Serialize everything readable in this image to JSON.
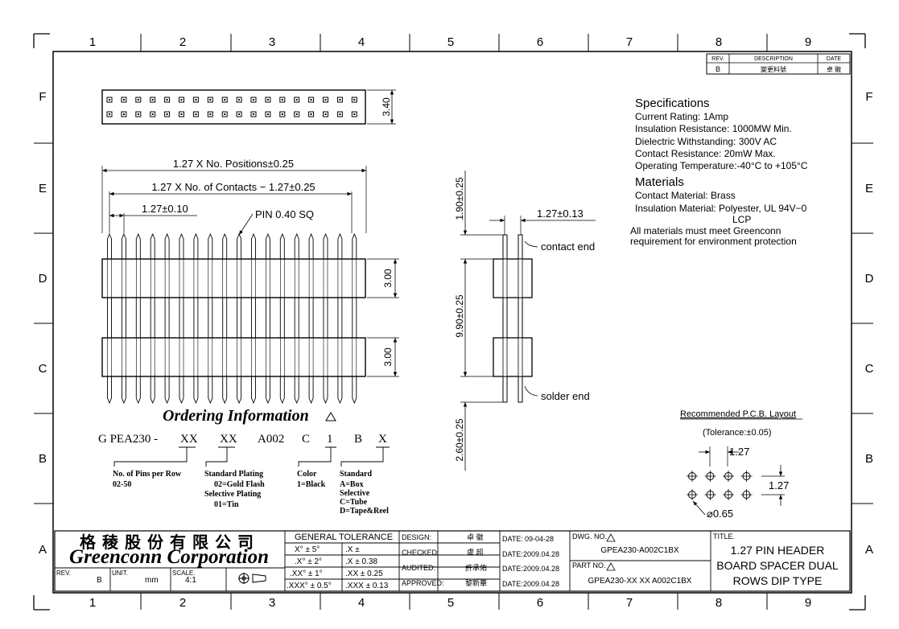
{
  "frame": {
    "col_numbers": [
      "1",
      "2",
      "3",
      "4",
      "5",
      "6",
      "7",
      "8",
      "9"
    ],
    "row_letters": [
      "F",
      "E",
      "D",
      "C",
      "B",
      "A"
    ]
  },
  "revision": {
    "headers": [
      "REV.",
      "DESCRIPTION",
      "DATE"
    ],
    "row": [
      "B",
      "變更料號",
      "卓 徽"
    ]
  },
  "top_view": {
    "height_dim": "3.40"
  },
  "front_view": {
    "dim_positions": "1.27 X No. Positions±0.25",
    "dim_contacts": "1.27 X No. of Contacts − 1.27±0.25",
    "dim_pitch": "1.27±0.10",
    "pin_label": "PIN 0.40 SQ",
    "dim_upper_body": "3.00",
    "dim_lower_body": "3.00"
  },
  "side_view": {
    "dim_top": "1.90±0.25",
    "dim_middle": "9.90±0.25",
    "dim_bottom": "2.60±0.25",
    "dim_row_pitch": "1.27±0.13",
    "contact_end": "contact end",
    "solder_end": "solder end"
  },
  "specifications": {
    "title": "Specifications",
    "lines": [
      "Current Rating:   1Amp",
      "Insulation Resistance:   1000MW Min.",
      "Dielectric Withstanding:   300V AC",
      "Contact Resistance:   20mW Max.",
      "Operating Temperature:-40°C to +105°C"
    ]
  },
  "materials": {
    "title": "Materials",
    "lines": [
      "Contact Material: Brass",
      "Insulation Material: Polyester, UL 94V−0",
      "LCP"
    ],
    "note": [
      "All materials must meet Greenconn",
      "requirement for environment protection"
    ]
  },
  "ordering": {
    "title": "Ordering Information",
    "code": [
      "G PEA230 -",
      "XX",
      "XX",
      "A002",
      "C",
      "1",
      "B",
      "X"
    ],
    "pins_desc": [
      "No. of Pins per Row",
      "02-50"
    ],
    "plating_desc": [
      "Standard Plating",
      "02=Gold Flash",
      "Selective Plating",
      "01=Tin"
    ],
    "color_desc": [
      "Color",
      "1=Black"
    ],
    "packing_desc": [
      "Standard",
      "A=Box",
      "Selective",
      "C=Tube",
      "D=Tape&Reel"
    ]
  },
  "pcb_layout": {
    "title": "Recommended P.C.B. Layout",
    "tolerance": "(Tolerance:±0.05)",
    "dim_pitch_x": "1.27",
    "dim_pitch_y": "1.27",
    "hole": "⌀0.65"
  },
  "title_block": {
    "company_cn": "格稜股份有限公司",
    "company_en": "Greenconn Corporation",
    "rev_label": "REV.",
    "rev_value": "B",
    "unit_label": "UNIT.",
    "unit_value": "mm",
    "scale_label": "SCALE.",
    "scale_value": "4:1",
    "tolerance_title": "GENERAL  TOLERANCE",
    "tolerance_rows": [
      [
        "X°  ± 5°",
        ".X      ±"
      ],
      [
        ".X°  ± 2°",
        ".X      ± 0.38"
      ],
      [
        ".XX°  ± 1°",
        ".XX    ± 0.25"
      ],
      [
        ".XXX°  ± 0.5°",
        ".XXX  ± 0.13"
      ]
    ],
    "design_label": "DESIGN:",
    "design_value": "卓 徽",
    "checked_label": "CHECKED:",
    "checked_value": "盧 超",
    "audited_label": "AUDITED:",
    "audited_value": "許承佑",
    "approved_label": "APPROVED:",
    "approved_value": "黎新華",
    "date_label": "DATE:",
    "date_design": "09-04-28",
    "date_checked": "2009.04.28",
    "date_audited": "2009.04.28",
    "date_approved": "2009.04.28",
    "dwg_label": "DWG. NO.",
    "dwg_value": "GPEA230-A002C1BX",
    "part_label": "PART NO.",
    "part_value": "GPEA230-XX XX A002C1BX",
    "title_label": "TITLE.",
    "title_lines": [
      "1.27 PIN HEADER",
      "BOARD SPACER DUAL",
      "ROWS DIP TYPE"
    ]
  }
}
